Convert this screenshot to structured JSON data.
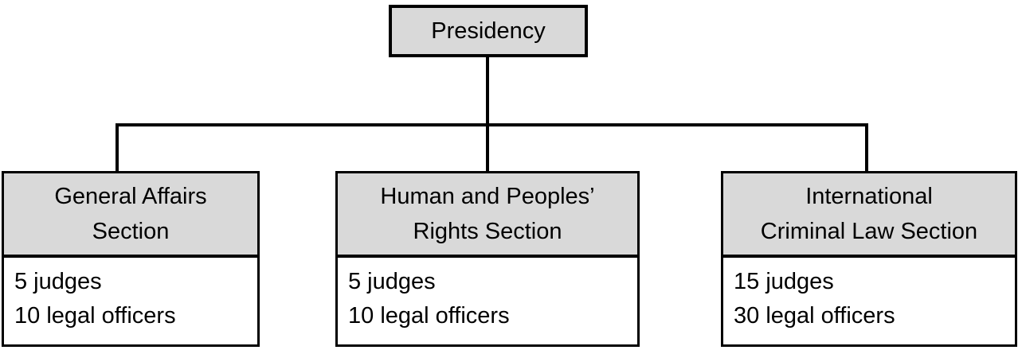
{
  "colors": {
    "node_fill": "#d9d9d9",
    "border": "#000000",
    "background": "#ffffff"
  },
  "chart": {
    "type": "org-chart",
    "root": {
      "label": "Presidency"
    },
    "sections": [
      {
        "title": "General Affairs Section",
        "title_lines": [
          "General Affairs",
          "Section"
        ],
        "staff_lines": [
          "5 judges",
          "10 legal officers"
        ]
      },
      {
        "title": "Human and Peoples’ Rights Section",
        "title_lines": [
          "Human and Peoples’",
          "Rights Section"
        ],
        "staff_lines": [
          "5 judges",
          "10 legal officers"
        ]
      },
      {
        "title": "International Criminal Law Section",
        "title_lines": [
          "International",
          "Criminal Law Section"
        ],
        "staff_lines": [
          "15 judges",
          "30 legal officers"
        ]
      }
    ]
  }
}
